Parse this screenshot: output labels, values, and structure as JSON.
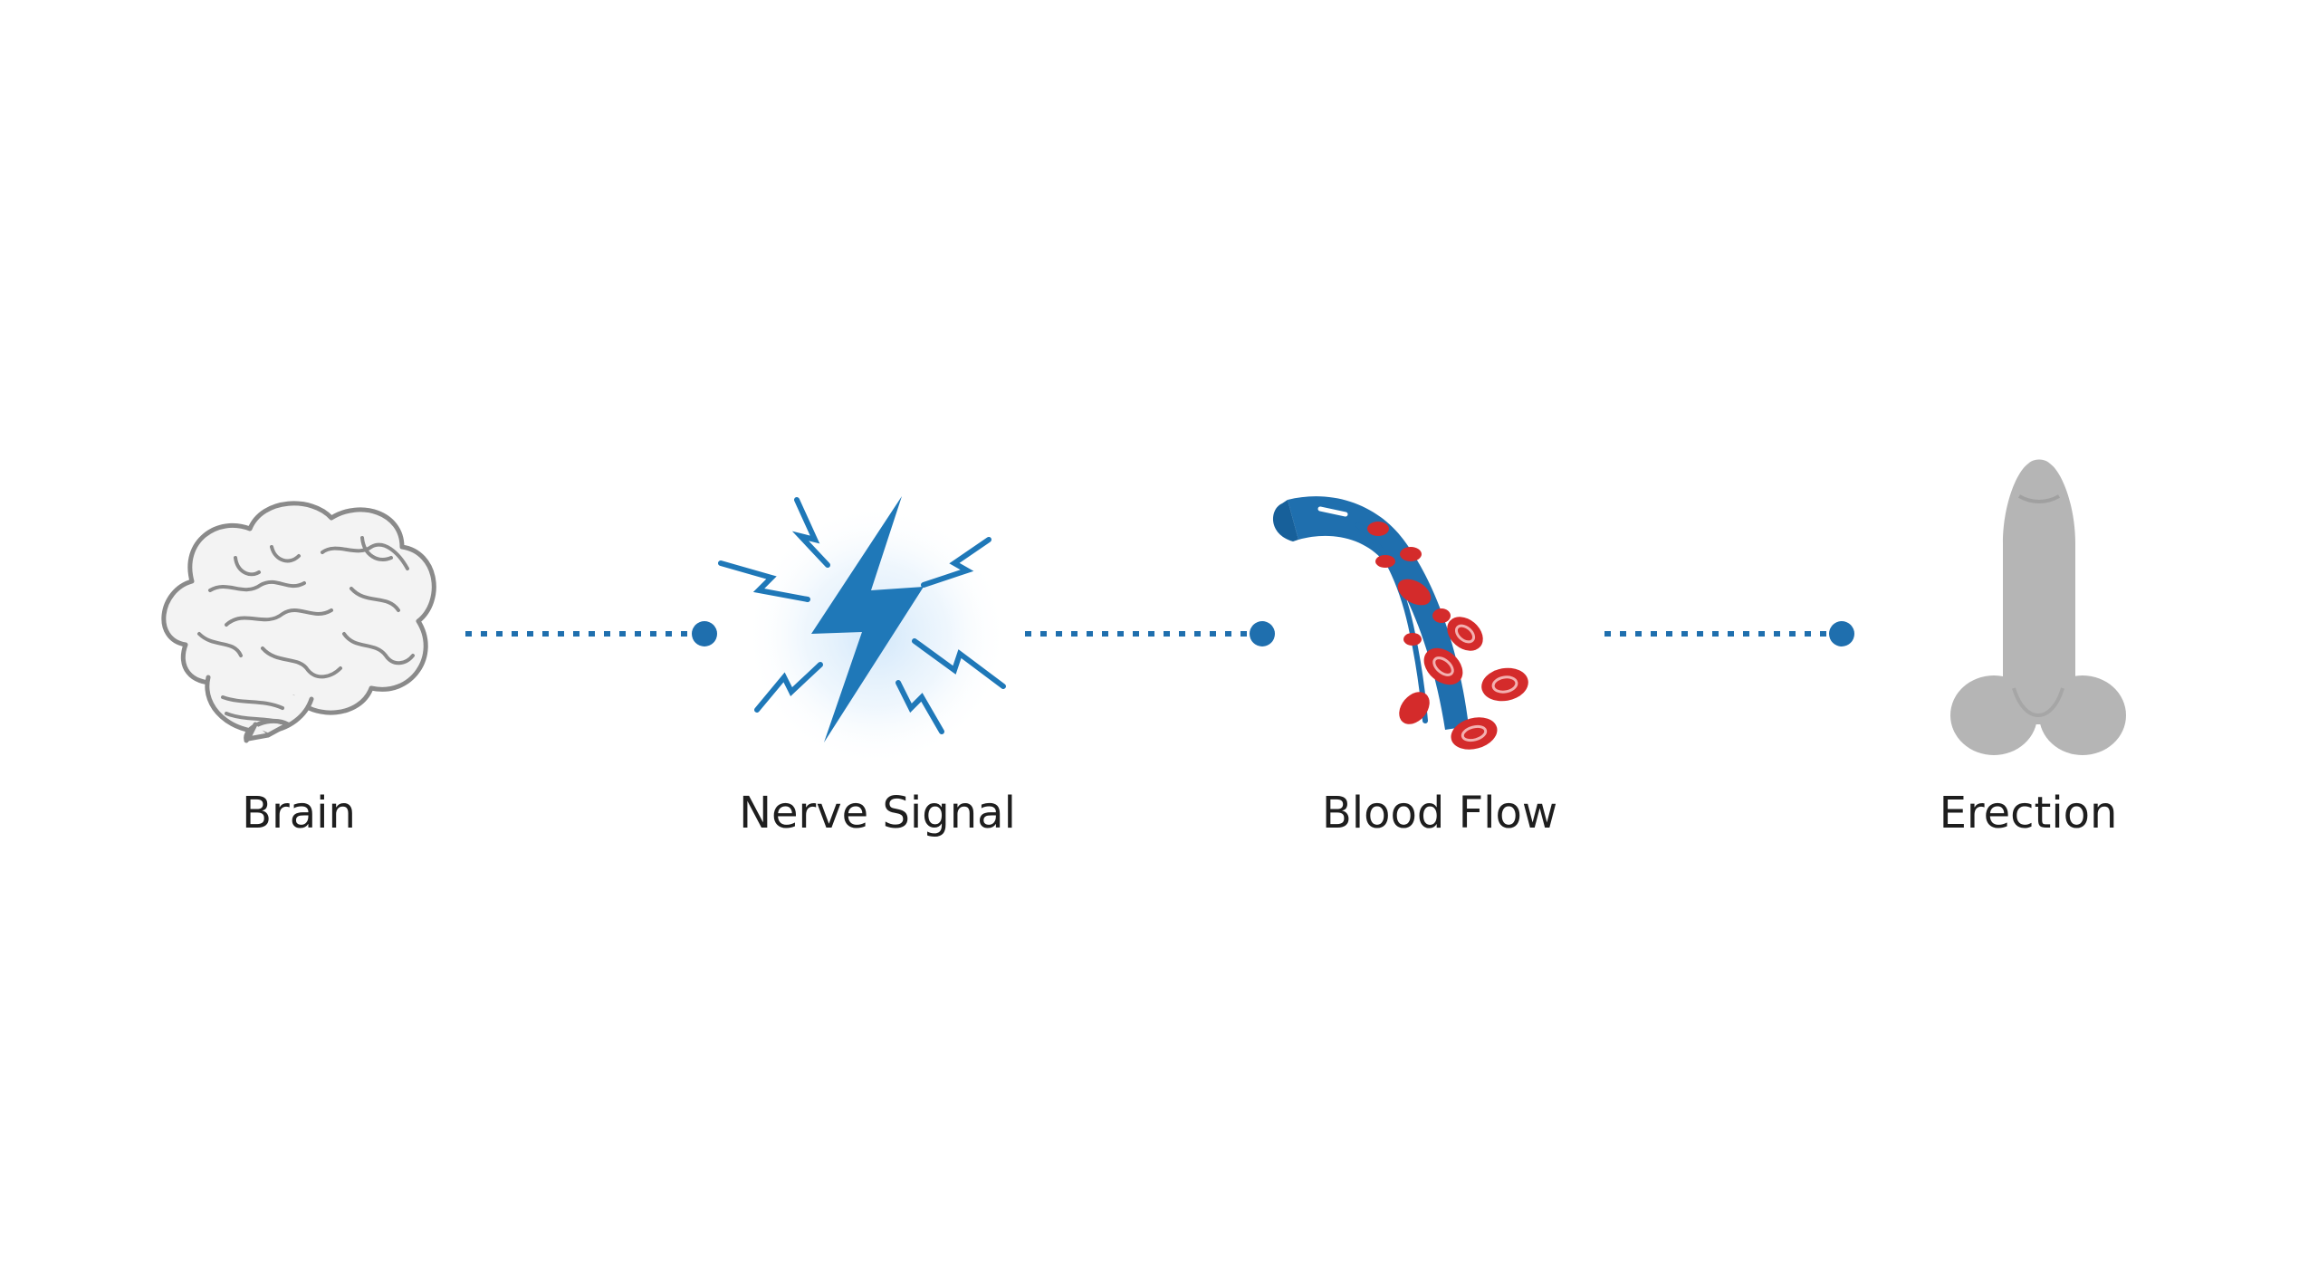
{
  "steps": [
    {
      "icon": "brain-icon",
      "label": "Brain"
    },
    {
      "icon": "lightning-bolt-icon",
      "label": "Nerve Signal"
    },
    {
      "icon": "blood-vessel-icon",
      "label": "Blood Flow"
    },
    {
      "icon": "penis-icon",
      "label": "Erection"
    }
  ],
  "colors": {
    "accent_blue": "#1f6fae",
    "blood_red": "#d42b2b",
    "icon_gray": "#b5b5b5",
    "brain_outline": "#8a8a8a",
    "label_text": "#1e1e1e"
  }
}
